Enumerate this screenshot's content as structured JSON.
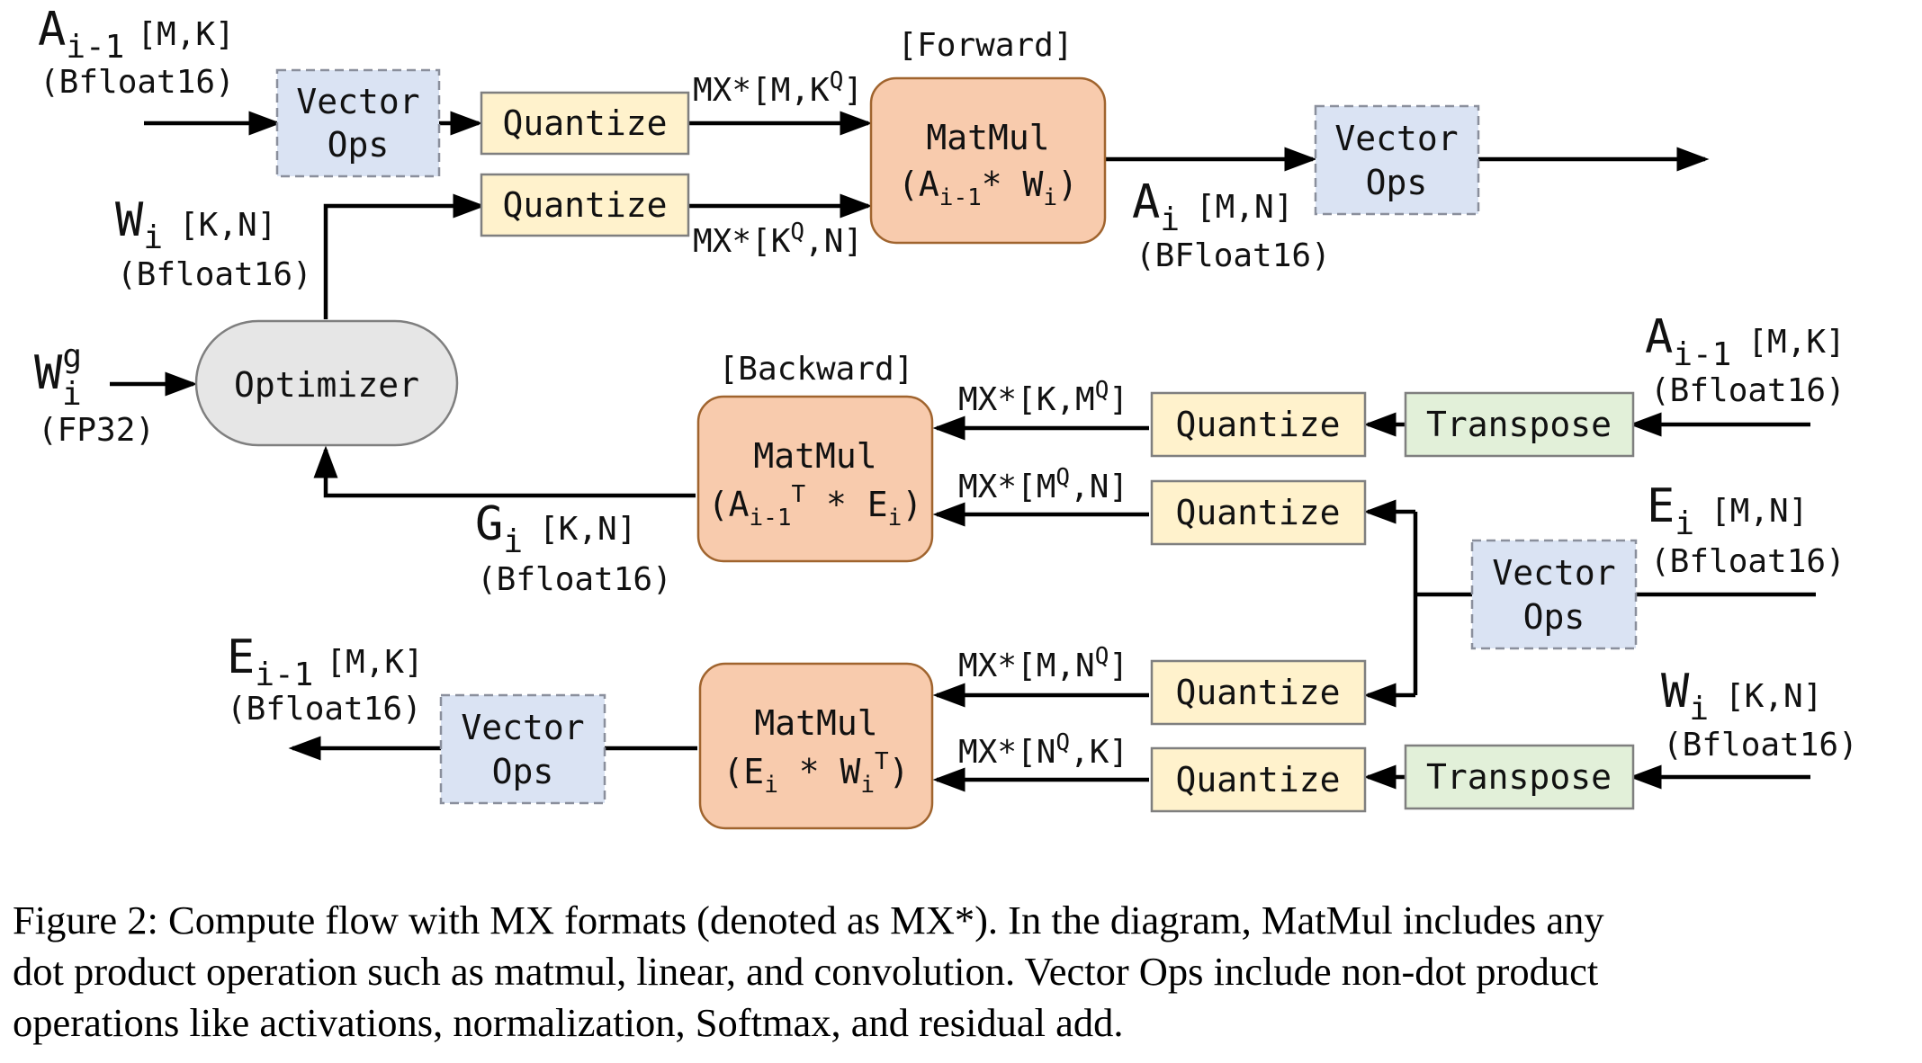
{
  "labels": {
    "forward": "[Forward]",
    "backward": "[Backward]",
    "vector_ops_line1": "Vector",
    "vector_ops_line2": "Ops",
    "quantize": "Quantize",
    "transpose": "Transpose",
    "optimizer": "Optimizer",
    "matmul": "MatMul"
  },
  "tensors": {
    "A": "A",
    "W": "W",
    "G": "G",
    "E": "E",
    "sub_i": "i",
    "sub_im1": "i-1",
    "sup_g": "g",
    "sup_T": "T",
    "sup_Q": "Q",
    "MK": "[M,K]",
    "KN": "[K,N]",
    "MN": "[M,N]",
    "bf16": "(Bfloat16)",
    "BF16": "(BFloat16)",
    "fp32": "(FP32)"
  },
  "edges": {
    "fwd_a": {
      "pre": "MX*[M,K",
      "post": "]"
    },
    "fwd_w": {
      "pre": "MX*[K",
      "post": ",N]"
    },
    "bwd_a": {
      "pre": "MX*[K,M",
      "post": "]"
    },
    "bwd_e1": {
      "pre": "MX*[M",
      "post": ",N]"
    },
    "bwd_e2": {
      "pre": "MX*[M,N",
      "post": "]"
    },
    "bwd_w": {
      "pre": "MX*[N",
      "post": ",K]"
    }
  },
  "matmul_exprs": {
    "fwd": {
      "open": "(A",
      "mid": "* W",
      "close": ")"
    },
    "bwd_weight": {
      "open": "(A",
      "mid": " * E",
      "close": ")"
    },
    "bwd_input": {
      "open": "(E",
      "mid": " * W",
      "close": ")"
    }
  },
  "caption": {
    "line1": "Figure 2: Compute flow with MX formats (denoted as MX*). In the diagram, MatMul includes any",
    "line2": "dot product operation such as matmul, linear, and convolution. Vector Ops include non-dot product",
    "line3": "operations like activations, normalization, Softmax, and residual add."
  }
}
